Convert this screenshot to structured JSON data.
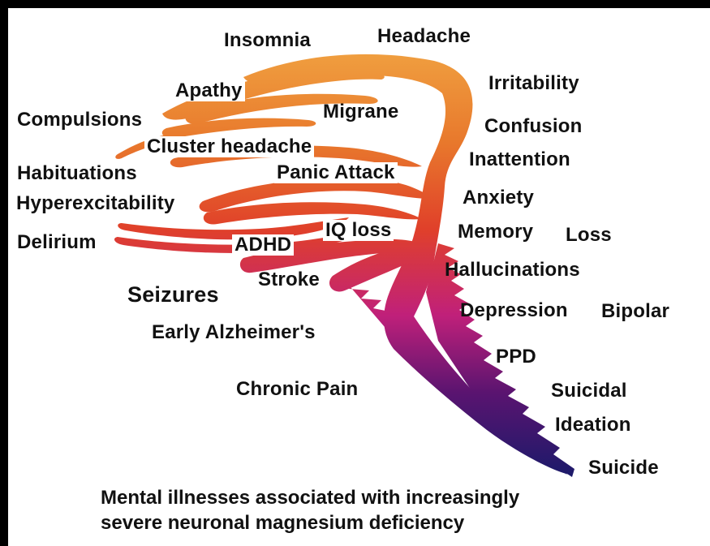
{
  "labels": {
    "insomnia": "Insomnia",
    "headache": "Headache",
    "apathy": "Apathy",
    "irritability": "Irritability",
    "compulsions": "Compulsions",
    "migrane": "Migrane",
    "confusion": "Confusion",
    "cluster_headache": "Cluster headache",
    "inattention": "Inattention",
    "habituations": "Habituations",
    "panic_attack": "Panic Attack",
    "anxiety": "Anxiety",
    "hyperexcitability": "Hyperexcitability",
    "memory": "Memory",
    "loss": "Loss",
    "iq_loss": "IQ loss",
    "delirium": "Delirium",
    "adhd": "ADHD",
    "hallucinations": "Hallucinations",
    "stroke": "Stroke",
    "seizures": "Seizures",
    "depression": "Depression",
    "bipolar": "Bipolar",
    "early_alzheimers": "Early Alzheimer's",
    "ppd": "PPD",
    "chronic_pain": "Chronic Pain",
    "suicidal": "Suicidal",
    "ideation": "Ideation",
    "suicide": "Suicide"
  },
  "caption": {
    "line1": "Mental illnesses associated with increasingly",
    "line2": "severe neuronal magnesium deficiency"
  },
  "colors": {
    "gradient_top": "#F0A040",
    "gradient_upper": "#E8782C",
    "gradient_mid": "#E0402A",
    "gradient_magenta": "#C0207A",
    "gradient_purple": "#5A1470",
    "gradient_tail": "#1A1A6A"
  }
}
